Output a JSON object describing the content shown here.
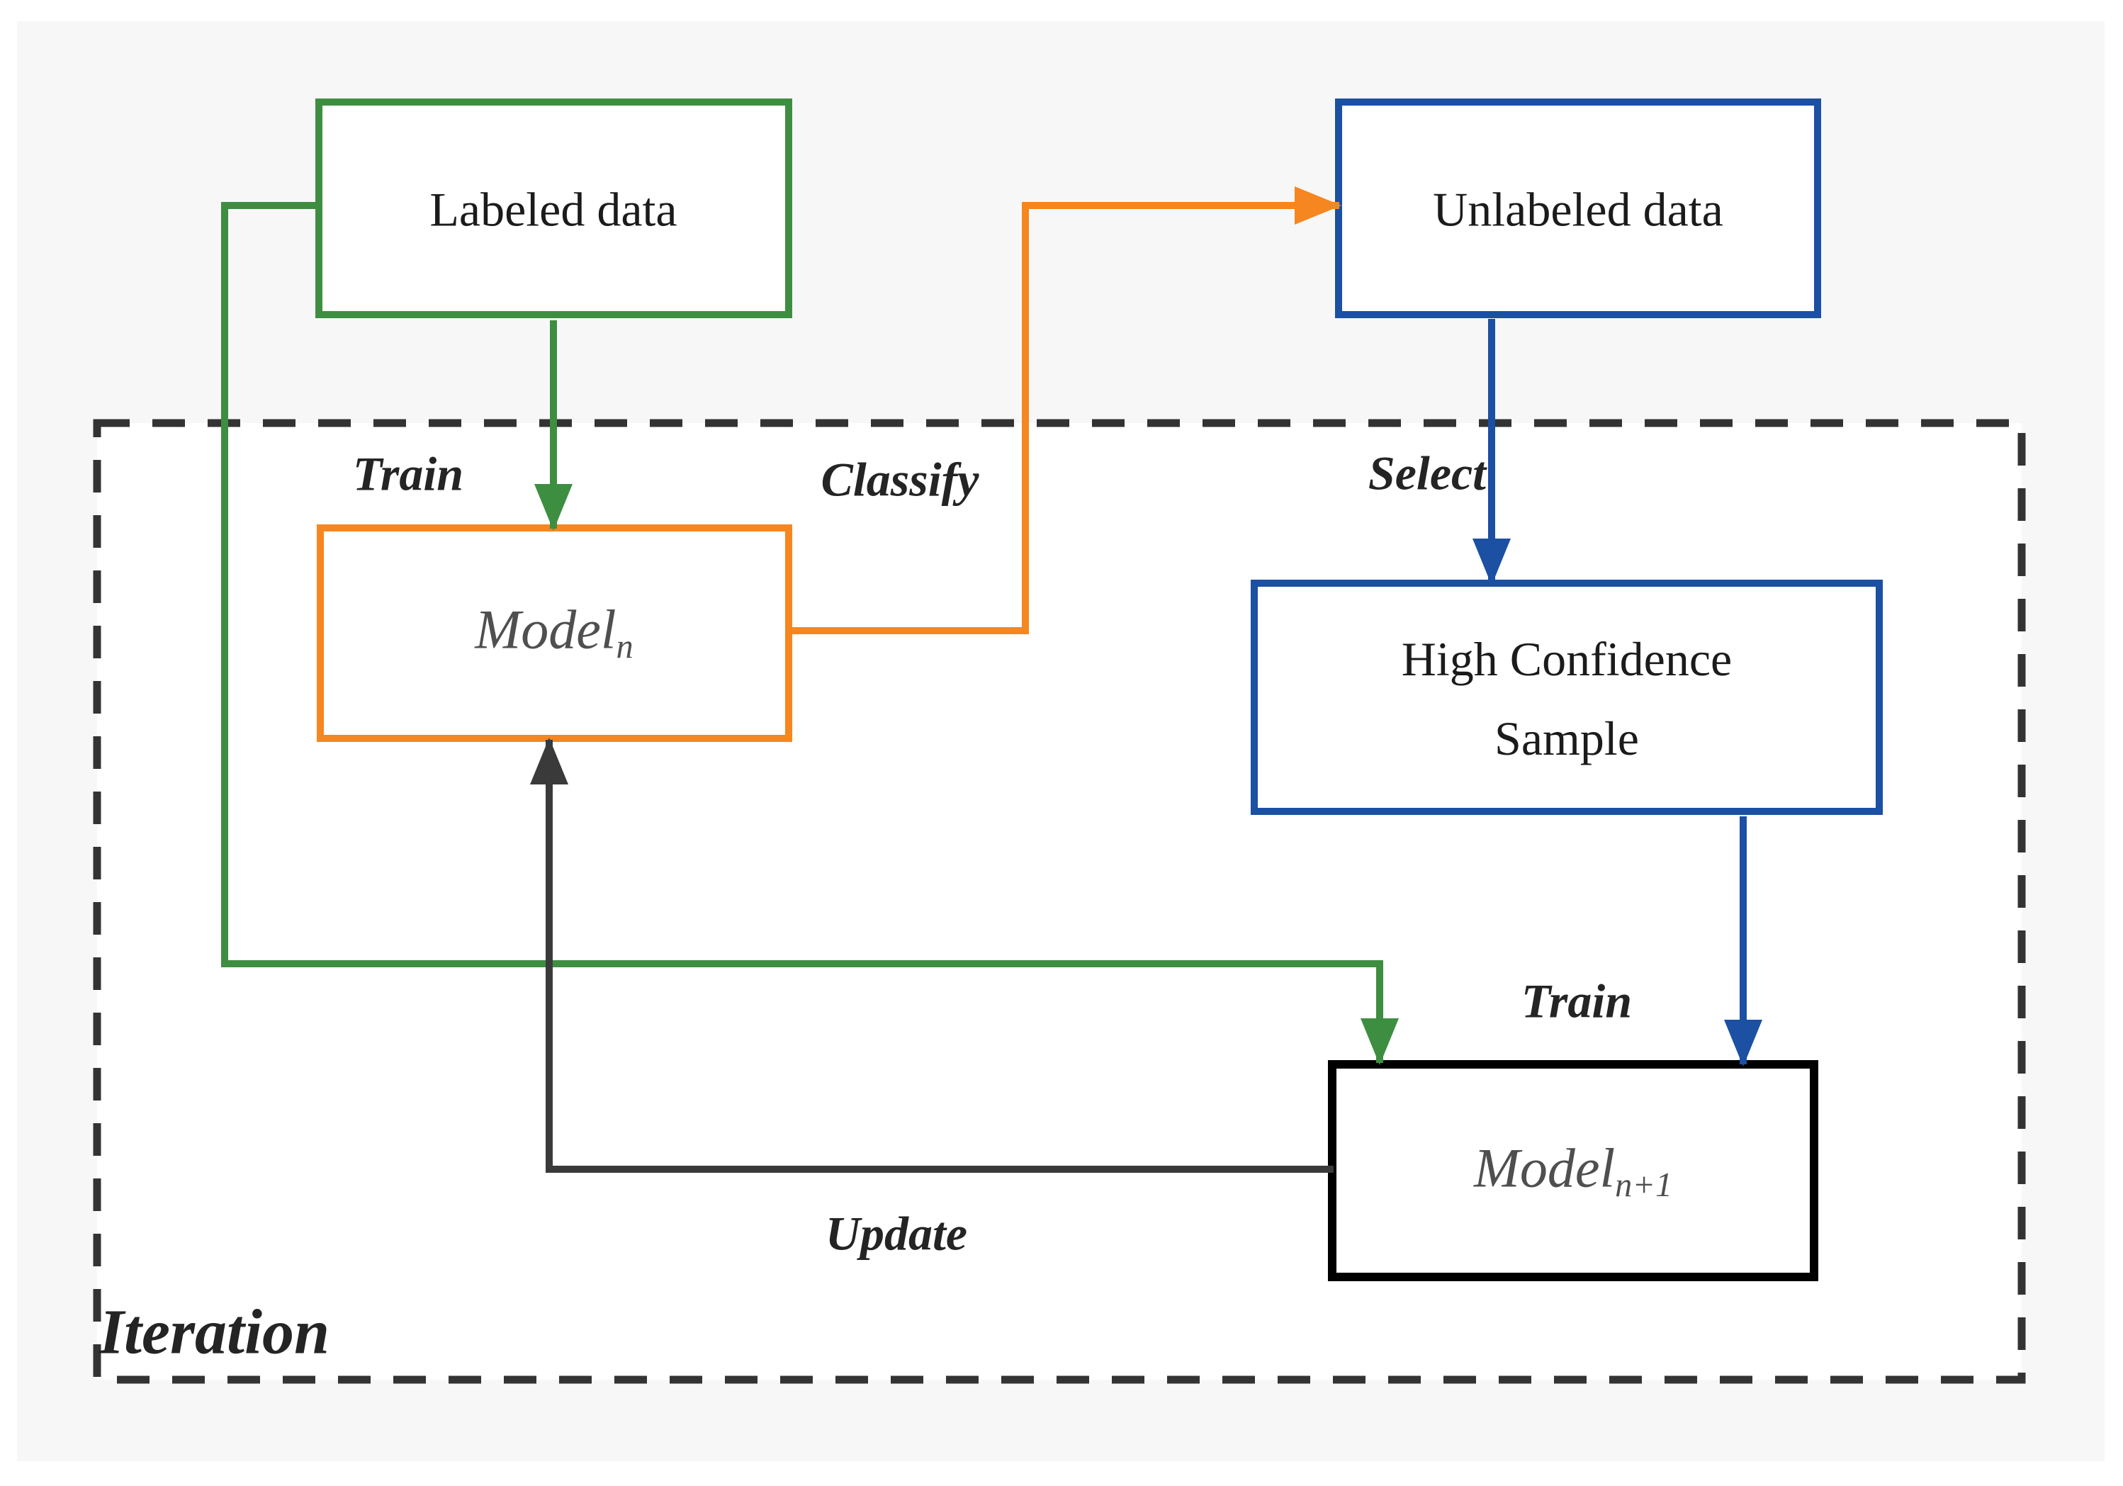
{
  "canvas": {
    "background": "#ffffff",
    "panel_background": "#f7f7f8",
    "dashed_border_color": "#333333"
  },
  "boxes": {
    "labeled": {
      "label": "Labeled data",
      "border_color": "#3e8e41"
    },
    "unlabeled": {
      "label": "Unlabeled data",
      "border_color": "#1b50a3"
    },
    "model_n": {
      "label_base": "Model",
      "label_sub": "n",
      "border_color": "#f6861f"
    },
    "high_confidence": {
      "label_line1": "High Confidence",
      "label_line2": "Sample",
      "border_color": "#1b50a3"
    },
    "model_n_plus_1": {
      "label_base": "Model",
      "label_sub": "n+1",
      "border_color": "#000000"
    }
  },
  "edge_labels": {
    "train_top": "Train",
    "classify": "Classify",
    "select": "Select",
    "train_bottom": "Train",
    "update": "Update"
  },
  "iteration_label": "Iteration",
  "arrow_colors": {
    "train_green": "#3e8e41",
    "classify_orange": "#f6861f",
    "select_blue": "#1b50a3",
    "update_black": "#3a3a3a"
  }
}
